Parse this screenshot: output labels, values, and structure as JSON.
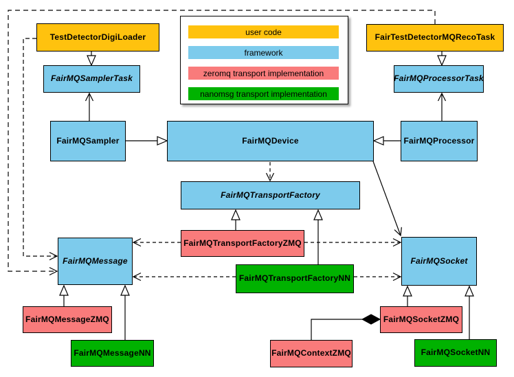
{
  "legend": {
    "items": [
      {
        "label": "user code",
        "color": "#FFC20E"
      },
      {
        "label": "framework",
        "color": "#7DCBEC"
      },
      {
        "label": "zeromq transport implementation",
        "color": "#F97B7B"
      },
      {
        "label": "nanomsg transport implementation",
        "color": "#00B200"
      }
    ]
  },
  "nodes": [
    {
      "label": "TestDetectorDigiLoader",
      "category": "user code",
      "abstract": false
    },
    {
      "label": "FairTestDetectorMQRecoTask",
      "category": "user code",
      "abstract": false
    },
    {
      "label": "FairMQSamplerTask",
      "category": "framework",
      "abstract": true
    },
    {
      "label": "FairMQProcessorTask",
      "category": "framework",
      "abstract": true
    },
    {
      "label": "FairMQSampler",
      "category": "framework",
      "abstract": false
    },
    {
      "label": "FairMQDevice",
      "category": "framework",
      "abstract": false
    },
    {
      "label": "FairMQProcessor",
      "category": "framework",
      "abstract": false
    },
    {
      "label": "FairMQTransportFactory",
      "category": "framework",
      "abstract": true
    },
    {
      "label": "FairMQTransportFactoryZMQ",
      "category": "zeromq transport implementation",
      "abstract": false
    },
    {
      "label": "FairMQTransportFactoryNN",
      "category": "nanomsg transport implementation",
      "abstract": false
    },
    {
      "label": "FairMQMessage",
      "category": "framework",
      "abstract": true
    },
    {
      "label": "FairMQSocket",
      "category": "framework",
      "abstract": true
    },
    {
      "label": "FairMQMessageZMQ",
      "category": "zeromq transport implementation",
      "abstract": false
    },
    {
      "label": "FairMQMessageNN",
      "category": "nanomsg transport implementation",
      "abstract": false
    },
    {
      "label": "FairMQContextZMQ",
      "category": "zeromq transport implementation",
      "abstract": false
    },
    {
      "label": "FairMQSocketZMQ",
      "category": "zeromq transport implementation",
      "abstract": false
    },
    {
      "label": "FairMQSocketNN",
      "category": "nanomsg transport implementation",
      "abstract": false
    }
  ],
  "edges": [
    {
      "from": "TestDetectorDigiLoader",
      "to": "FairMQSamplerTask",
      "line": "solid",
      "head": "hollow-triangle"
    },
    {
      "from": "FairTestDetectorMQRecoTask",
      "to": "FairMQProcessorTask",
      "line": "solid",
      "head": "hollow-triangle"
    },
    {
      "from": "FairMQSampler",
      "to": "FairMQSamplerTask",
      "line": "solid",
      "head": "open-arrow"
    },
    {
      "from": "FairMQProcessor",
      "to": "FairMQProcessorTask",
      "line": "solid",
      "head": "open-arrow"
    },
    {
      "from": "FairMQSampler",
      "to": "FairMQDevice",
      "line": "solid",
      "head": "hollow-triangle"
    },
    {
      "from": "FairMQProcessor",
      "to": "FairMQDevice",
      "line": "solid",
      "head": "hollow-triangle"
    },
    {
      "from": "FairMQDevice",
      "to": "FairMQTransportFactory",
      "line": "dashed",
      "head": "open-arrow"
    },
    {
      "from": "FairMQDevice",
      "to": "FairMQSocket",
      "line": "solid",
      "head": "open-arrow"
    },
    {
      "from": "FairMQTransportFactoryZMQ",
      "to": "FairMQTransportFactory",
      "line": "solid",
      "head": "hollow-triangle"
    },
    {
      "from": "FairMQTransportFactoryNN",
      "to": "FairMQTransportFactory",
      "line": "solid",
      "head": "hollow-triangle"
    },
    {
      "from": "FairMQTransportFactoryZMQ",
      "to": "FairMQMessage",
      "line": "dashed",
      "head": "open-arrow"
    },
    {
      "from": "FairMQTransportFactoryZMQ",
      "to": "FairMQSocket",
      "line": "dashed",
      "head": "open-arrow"
    },
    {
      "from": "FairMQTransportFactoryNN",
      "to": "FairMQMessage",
      "line": "dashed",
      "head": "open-arrow"
    },
    {
      "from": "FairMQTransportFactoryNN",
      "to": "FairMQSocket",
      "line": "dashed",
      "head": "open-arrow"
    },
    {
      "from": "FairMQMessageZMQ",
      "to": "FairMQMessage",
      "line": "solid",
      "head": "hollow-triangle"
    },
    {
      "from": "FairMQMessageNN",
      "to": "FairMQMessage",
      "line": "solid",
      "head": "hollow-triangle"
    },
    {
      "from": "FairMQSocketZMQ",
      "to": "FairMQSocket",
      "line": "solid",
      "head": "hollow-triangle"
    },
    {
      "from": "FairMQSocketNN",
      "to": "FairMQSocket",
      "line": "solid",
      "head": "hollow-triangle"
    },
    {
      "from": "TestDetectorDigiLoader",
      "to": "FairMQMessage",
      "line": "dashed",
      "head": "open-arrow"
    },
    {
      "from": "FairTestDetectorMQRecoTask",
      "to": "FairMQMessage",
      "line": "dashed",
      "head": "open-arrow"
    },
    {
      "from": "FairMQContextZMQ",
      "to": "FairMQSocketZMQ",
      "line": "solid",
      "head": "filled-diamond"
    }
  ]
}
